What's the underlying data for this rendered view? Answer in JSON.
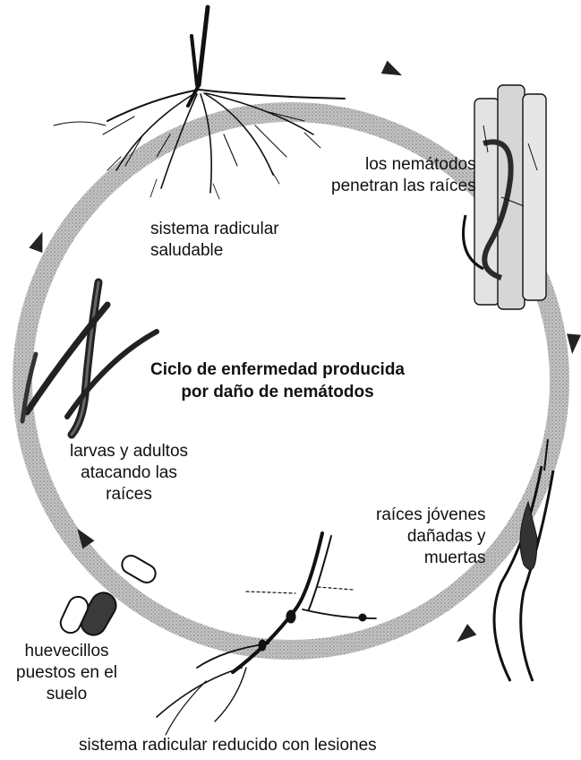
{
  "title": {
    "line1": "Ciclo de enfermedad producida",
    "line2": "por daño de nemátodos"
  },
  "stages": {
    "healthy": {
      "line1": "sistema radicular",
      "line2": "saludable"
    },
    "penetrate": {
      "line1": "los nemátodos",
      "line2": "penetran las raíces"
    },
    "damaged": {
      "line1": "raíces jóvenes",
      "line2": "dañadas y",
      "line3": "muertas"
    },
    "reduced": {
      "line1": "sistema radicular reducido con lesiones"
    },
    "eggs": {
      "line1": "huevecillos",
      "line2": "puestos en el",
      "line3": "suelo"
    },
    "larvae": {
      "line1": "larvas y adultos",
      "line2": "atacando las",
      "line3": "raíces"
    }
  },
  "colors": {
    "ring": "#b5b5b5",
    "ink": "#111111",
    "arrow": "#222222"
  },
  "icons": [
    "cycle-arrow-icon",
    "root-system-icon",
    "nematode-icon",
    "egg-icon"
  ]
}
